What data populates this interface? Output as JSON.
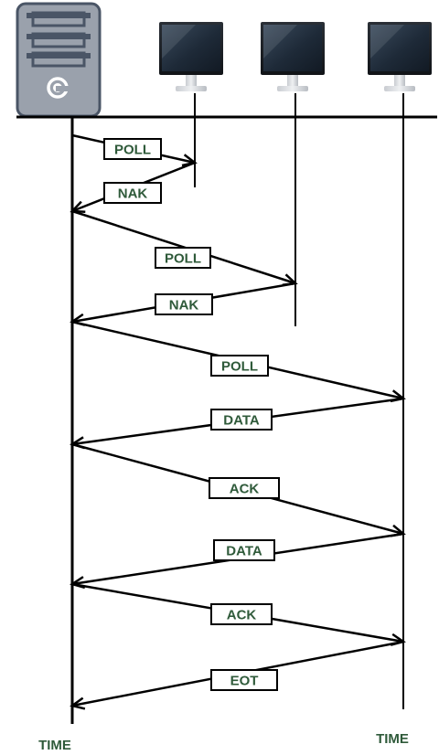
{
  "nodes": [
    {
      "id": "server",
      "icon": "server-icon"
    },
    {
      "id": "terminal-1",
      "icon": "monitor-icon"
    },
    {
      "id": "terminal-2",
      "icon": "monitor-icon"
    },
    {
      "id": "terminal-3",
      "icon": "monitor-icon"
    }
  ],
  "messages": [
    {
      "label": "POLL",
      "from": "server",
      "to": "terminal-1"
    },
    {
      "label": "NAK",
      "from": "terminal-1",
      "to": "server"
    },
    {
      "label": "POLL",
      "from": "server",
      "to": "terminal-2"
    },
    {
      "label": "NAK",
      "from": "terminal-2",
      "to": "server"
    },
    {
      "label": "POLL",
      "from": "server",
      "to": "terminal-3"
    },
    {
      "label": "DATA",
      "from": "terminal-3",
      "to": "server"
    },
    {
      "label": "ACK",
      "from": "server",
      "to": "terminal-3"
    },
    {
      "label": "DATA",
      "from": "terminal-3",
      "to": "server"
    },
    {
      "label": "ACK",
      "from": "server",
      "to": "terminal-3"
    },
    {
      "label": "EOT",
      "from": "terminal-3",
      "to": "server"
    }
  ],
  "time_labels": {
    "left": "TIME",
    "right": "TIME"
  },
  "colors": {
    "label_text": "#2f5a3a",
    "server_fill": "#9aa1ac",
    "monitor_screen": "#1e2a38",
    "line": "#000000"
  }
}
